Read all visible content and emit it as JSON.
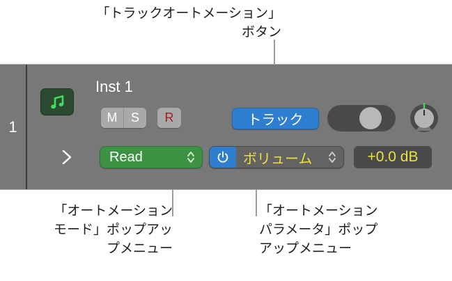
{
  "annotations": {
    "top": {
      "text": "「トラックオートメーション」\nボタン",
      "target": "track-automation-button"
    },
    "bottom_left": {
      "text": "「オートメーション\nモード」ポップアッ\nプメニュー",
      "target": "automation-mode-menu"
    },
    "bottom_right": {
      "text": "「オートメーション\nパラメータ」ポップ\nアップメニュー",
      "target": "automation-parameter-menu"
    }
  },
  "track_header": {
    "track_number": "1",
    "track_name": "Inst 1",
    "instrument_icon": "music-note-icon",
    "mute_label": "M",
    "solo_label": "S",
    "record_label": "R",
    "track_automation_label": "トラック",
    "disclosure_icon": "chevron-right-icon",
    "automation_mode": "Read",
    "automation_parameter": "ボリューム",
    "automation_value": "+0.0 dB",
    "power_icon": "power-icon",
    "stepper_icon": "chevron-up-down-icon",
    "toggle_state": "on",
    "knob_value_indicator": "center"
  },
  "colors": {
    "panel_background": "#787878",
    "accent_blue": "#2f7fd0",
    "automation_green": "#3d9142",
    "value_yellow": "#ece13c",
    "record_red": "#a02020",
    "icon_green": "#3fdd5c",
    "icon_green_background": "#2b4a30",
    "caption_text": "#1d1d1d",
    "leader_line": "#9a9a9a"
  }
}
